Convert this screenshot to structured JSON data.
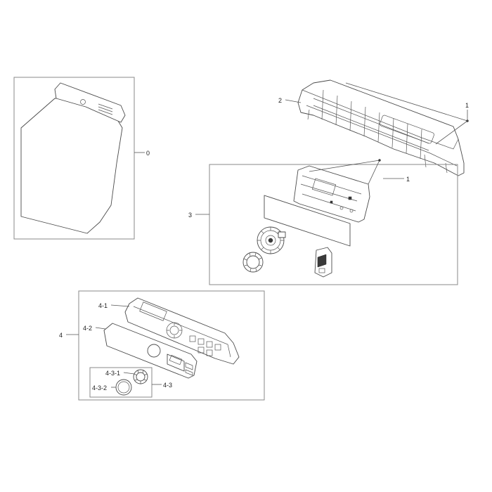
{
  "callouts": {
    "c0": "0",
    "c1a": "1",
    "c1b": "1",
    "c2": "2",
    "c3": "3",
    "c4": "4",
    "c4_1": "4-1",
    "c4_2": "4-2",
    "c4_3": "4-3",
    "c4_3_1": "4-3-1",
    "c4_3_2": "4-3-2"
  }
}
